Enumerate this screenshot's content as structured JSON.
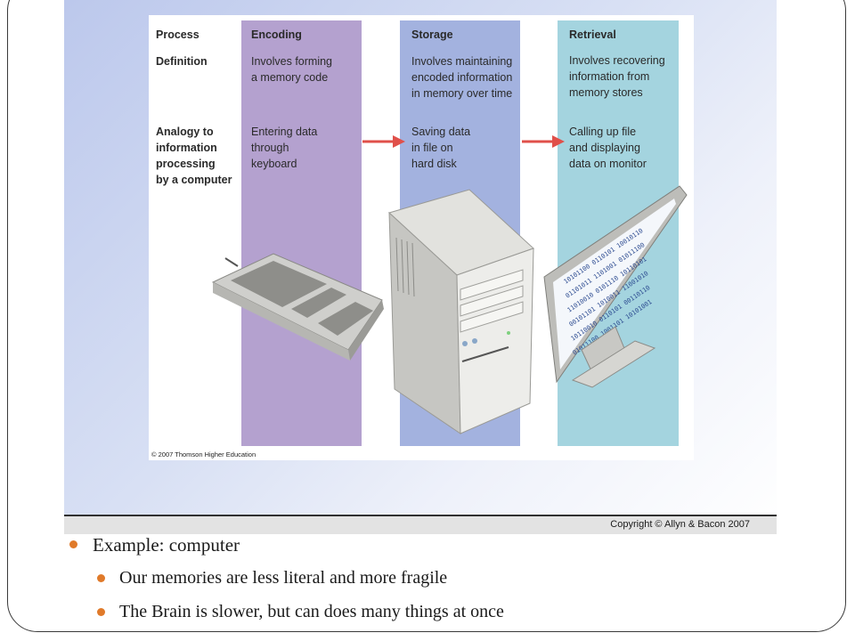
{
  "figure": {
    "row_labels": {
      "process": "Process",
      "definition": "Definition",
      "analogy": "Analogy to\ninformation\nprocessing\nby a computer"
    },
    "columns": [
      {
        "header": "Encoding",
        "definition": "Involves forming\na memory code",
        "analogy": "Entering data\nthrough\nkeyboard",
        "color": "#b4a1cf"
      },
      {
        "header": "Storage",
        "definition": "Involves maintaining\nencoded information\nin memory over time",
        "analogy": "Saving data\nin file on\nhard disk",
        "color": "#a3b2df"
      },
      {
        "header": "Retrieval",
        "definition": "Involves recovering\ninformation from\nmemory stores",
        "analogy": "Calling up file\nand displaying\ndata on monitor",
        "color": "#a4d4df"
      }
    ],
    "figure_credit": "© 2007 Thomson Higher Education",
    "arrow_color": "#e0504a",
    "illustrations": [
      "keyboard",
      "computer-tower",
      "monitor"
    ]
  },
  "copyright": "Copyright © Allyn & Bacon 2007",
  "bullets": {
    "main": "Example: computer",
    "sub": [
      "Our memories are less literal and more fragile",
      "The Brain is slower, but can does many things at once"
    ],
    "bullet_color": "#e07a2a"
  }
}
